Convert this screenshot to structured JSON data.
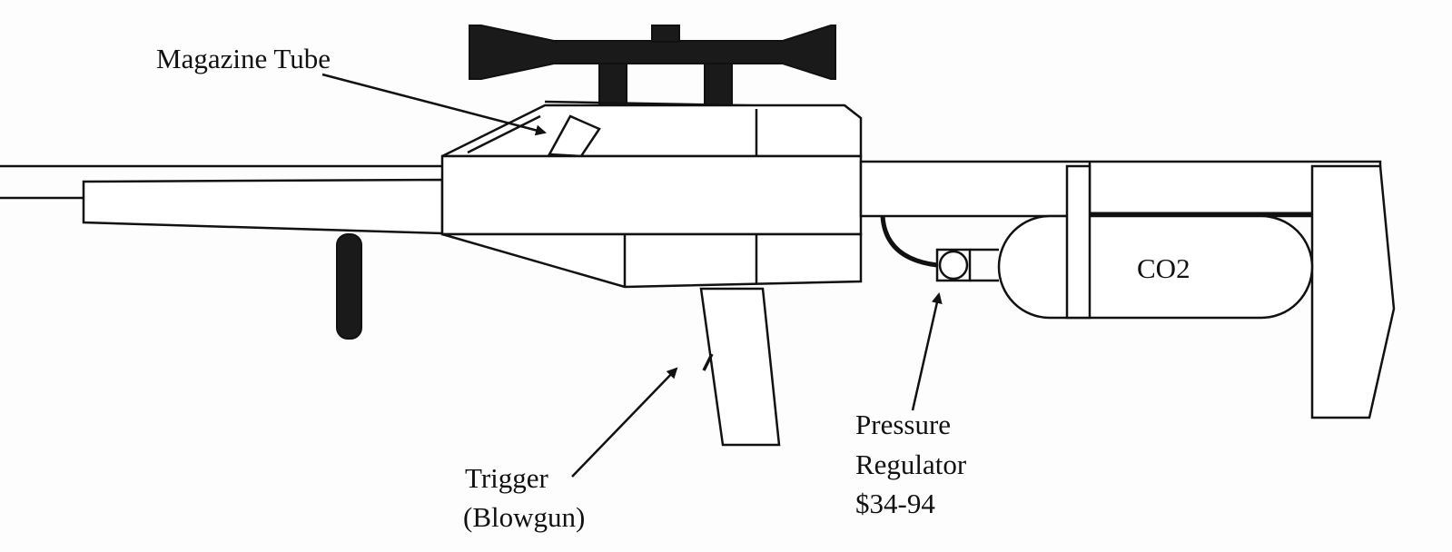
{
  "labels": {
    "magazine_tube": "Magazine Tube",
    "trigger": "Trigger",
    "trigger_sub": "(Blowgun)",
    "regulator_line1": "Pressure",
    "regulator_line2": "Regulator",
    "regulator_price": "$34-94",
    "co2": "CO2"
  }
}
